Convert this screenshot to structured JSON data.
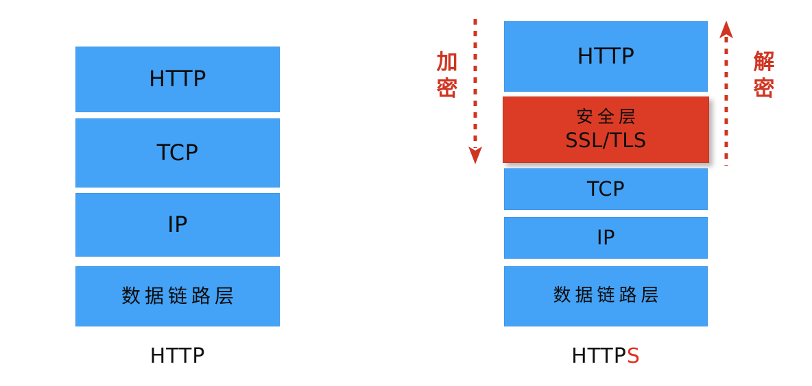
{
  "diagram": {
    "title_left": "HTTP",
    "title_right": "HTTPS",
    "colors": {
      "layer_blue": "#44a3f7",
      "security_red": "#dc3c26",
      "annotation_red": "#cf3521",
      "text_black": "#0d0d0d",
      "background": "#ffffff"
    }
  },
  "left_stack": {
    "caption": "HTTP",
    "caption_plain": "HTTP",
    "layers": [
      {
        "label": "HTTP",
        "script": "latin",
        "color": "#44a3f7"
      },
      {
        "label": "TCP",
        "script": "latin",
        "color": "#44a3f7"
      },
      {
        "label": "IP",
        "script": "latin",
        "color": "#44a3f7"
      },
      {
        "label": "数据链路层",
        "script": "cjk",
        "color": "#44a3f7"
      }
    ]
  },
  "right_stack": {
    "caption_prefix": "HTTP",
    "caption_suffix": "S",
    "layers": [
      {
        "label": "HTTP",
        "label2": "",
        "script": "latin",
        "color": "#44a3f7"
      },
      {
        "label": "安全层",
        "label2": "SSL/TLS",
        "script": "mixed",
        "color": "#dc3c26"
      },
      {
        "label": "TCP",
        "label2": "",
        "script": "latin",
        "color": "#44a3f7"
      },
      {
        "label": "IP",
        "label2": "",
        "script": "latin",
        "color": "#44a3f7"
      },
      {
        "label": "数据链路层",
        "label2": "",
        "script": "cjk",
        "color": "#44a3f7"
      }
    ]
  },
  "annotations": {
    "encrypt": {
      "text": "加密",
      "char1": "加",
      "char2": "密",
      "direction": "down",
      "color": "#cf3521"
    },
    "decrypt": {
      "text": "解密",
      "char1": "解",
      "char2": "密",
      "direction": "up",
      "color": "#cf3521"
    }
  }
}
